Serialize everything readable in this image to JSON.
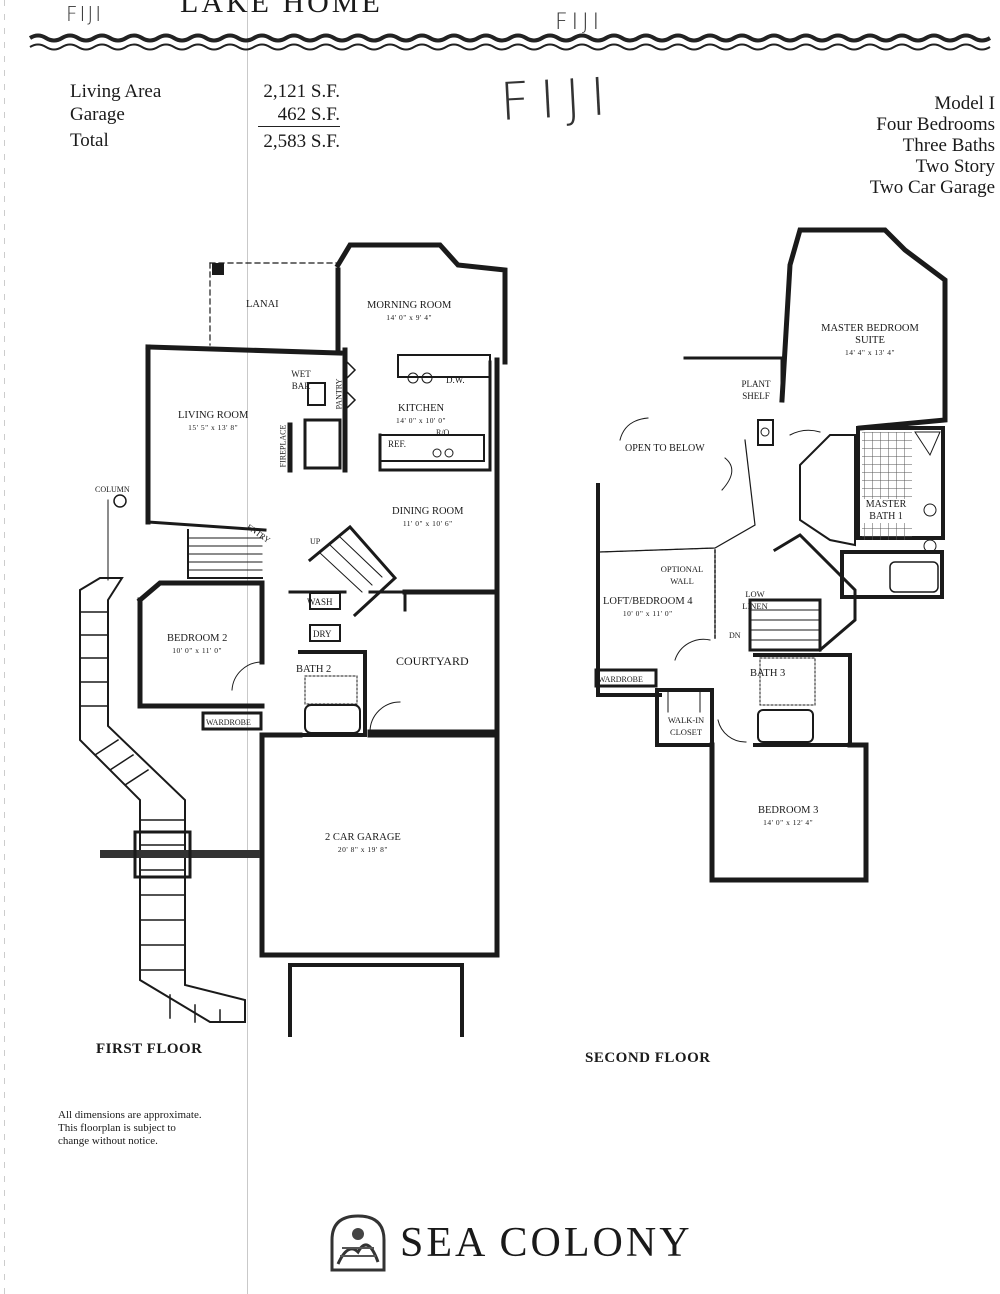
{
  "header": {
    "handwritten_top_left": "FIJI",
    "title_partial": "LAKE HOME",
    "handwritten_top_center": "FIJI",
    "handwritten_large": "FIJI"
  },
  "area_stats": [
    {
      "label": "Living Area",
      "value": "2,121 S.F."
    },
    {
      "label": "Garage",
      "value": "462 S.F."
    },
    {
      "label": "Total",
      "value": "2,583 S.F."
    }
  ],
  "model_info": [
    "Model I",
    "Four Bedrooms",
    "Three Baths",
    "Two Story",
    "Two Car Garage"
  ],
  "first_floor": {
    "label": "FIRST FLOOR",
    "rooms": {
      "lanai": {
        "name": "LANAI"
      },
      "morning_room": {
        "name": "MORNING ROOM",
        "dims": "14' 0\" x 9' 4\""
      },
      "wet_bar": {
        "name": "WET BAR"
      },
      "pantry": {
        "name": "PANTRY"
      },
      "dw": {
        "name": "D.W."
      },
      "kitchen": {
        "name": "KITCHEN",
        "dims": "14' 0\" x 10' 0\""
      },
      "ro": {
        "name": "R/O"
      },
      "ref": {
        "name": "REF."
      },
      "living_room": {
        "name": "LIVING ROOM",
        "dims": "15' 5\" x 13' 8\""
      },
      "fireplace": {
        "name": "FIREPLACE"
      },
      "column": {
        "name": "COLUMN"
      },
      "entry": {
        "name": "ENTRY"
      },
      "up": {
        "name": "UP"
      },
      "dining_room": {
        "name": "DINING ROOM",
        "dims": "11' 0\" x 10' 6\""
      },
      "bedroom2": {
        "name": "BEDROOM 2",
        "dims": "10' 0\" x 11' 0\""
      },
      "wash": {
        "name": "WASH"
      },
      "dry": {
        "name": "DRY"
      },
      "bath2": {
        "name": "BATH 2"
      },
      "courtyard": {
        "name": "COURTYARD"
      },
      "wardrobe": {
        "name": "WARDROBE"
      },
      "garage": {
        "name": "2 CAR GARAGE",
        "dims": "20' 8\" x 19' 8\""
      }
    }
  },
  "second_floor": {
    "label": "SECOND FLOOR",
    "rooms": {
      "master_suite": {
        "name": "MASTER BEDROOM SUITE",
        "dims": "14' 4\" x 13' 4\""
      },
      "plant_shelf": {
        "name": "PLANT SHELF"
      },
      "open_below": {
        "name": "OPEN TO BELOW"
      },
      "master_bath": {
        "name": "MASTER BATH 1"
      },
      "optional_wall": {
        "name": "OPTIONAL WALL"
      },
      "loft": {
        "name": "LOFT/BEDROOM 4",
        "dims": "10' 0\" x 11' 0\""
      },
      "low_linen": {
        "name": "LOW LINEN"
      },
      "dn": {
        "name": "DN"
      },
      "wardrobe": {
        "name": "WARDROBE"
      },
      "bath3": {
        "name": "BATH 3"
      },
      "walkin": {
        "name": "WALK-IN CLOSET"
      },
      "bedroom3": {
        "name": "BEDROOM 3",
        "dims": "14' 0\" x 12' 4\""
      }
    }
  },
  "notes": [
    "All dimensions are approximate.",
    "This floorplan is subject to",
    "change without notice."
  ],
  "logo": {
    "text": "SEA COLONY"
  }
}
